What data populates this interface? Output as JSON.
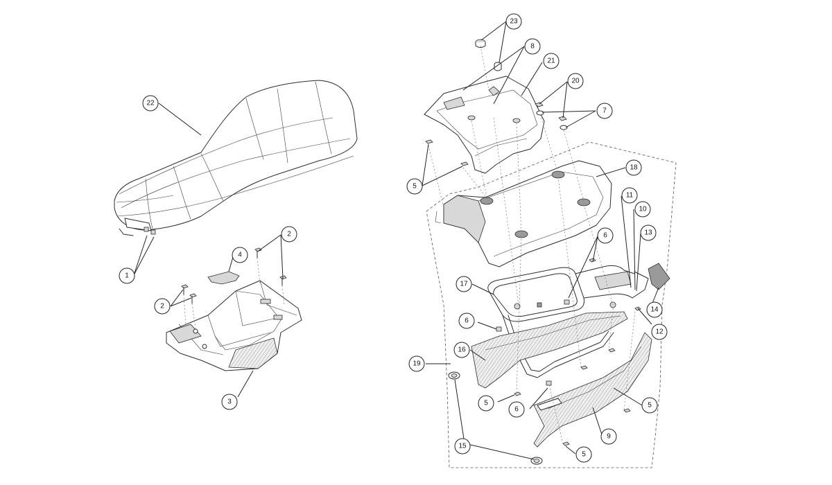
{
  "callouts": {
    "c1": "1",
    "c2a": "2",
    "c2b": "2",
    "c3": "3",
    "c4": "4",
    "c5a": "5",
    "c5b": "5",
    "c5c": "5",
    "c5d": "5",
    "c6a": "6",
    "c6b": "6",
    "c6c": "6",
    "c7": "7",
    "c8": "8",
    "c9": "9",
    "c10": "10",
    "c11": "11",
    "c12": "12",
    "c13": "13",
    "c14": "14",
    "c15": "15",
    "c16": "16",
    "c17": "17",
    "c18": "18",
    "c19": "19",
    "c20": "20",
    "c21": "21",
    "c22": "22",
    "c23": "23"
  },
  "parts": {
    "seat": "seat-icon",
    "under_seat_tray": "storage-tray-icon",
    "seat_plate": "plate-icon",
    "grab_rail_cover": "grab-rail-cover-icon",
    "tail_cover": "tail-cover-icon",
    "luggage_rack": "rack-icon",
    "side_cover_left": "side-cover-icon",
    "side_cover_right": "side-cover-icon",
    "rear_light_bracket": "bracket-icon"
  }
}
